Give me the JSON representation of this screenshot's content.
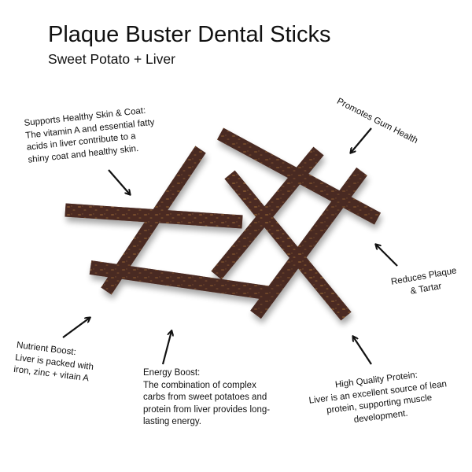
{
  "header": {
    "title": "Plaque Buster Dental Sticks",
    "subtitle": "Sweet Potato + Liver"
  },
  "product_image": {
    "alt": "Seven brown dental chew sticks arranged in a crisscross lattice",
    "stick_color": "#4a2a22",
    "fleck_color": "#b07a3f"
  },
  "callouts": {
    "skin_coat": {
      "lines": [
        "Supports Healthy Skin & Coat:",
        "The vitamin A and essential fatty",
        "acids in liver contribute to a",
        "shiny coat and healthy skin."
      ]
    },
    "gum_health": {
      "lines": [
        "Promotes Gum Health"
      ]
    },
    "plaque_tartar": {
      "lines": [
        "Reduces Plaque",
        "& Tartar"
      ]
    },
    "nutrient_boost": {
      "lines": [
        "Nutrient Boost:",
        "Liver is packed with",
        "iron, zinc + vitain A"
      ]
    },
    "energy_boost": {
      "lines": [
        "Energy Boost:",
        "The combination of complex",
        "carbs from sweet potatoes and",
        "protein from liver provides long-",
        "lasting energy."
      ]
    },
    "protein": {
      "lines": [
        "High Quality Protein:",
        "Liver is an excellent source of lean",
        "protein, supporting muscle",
        "development."
      ]
    }
  },
  "colors": {
    "text": "#111111",
    "arrow": "#111111",
    "background": "#ffffff"
  }
}
